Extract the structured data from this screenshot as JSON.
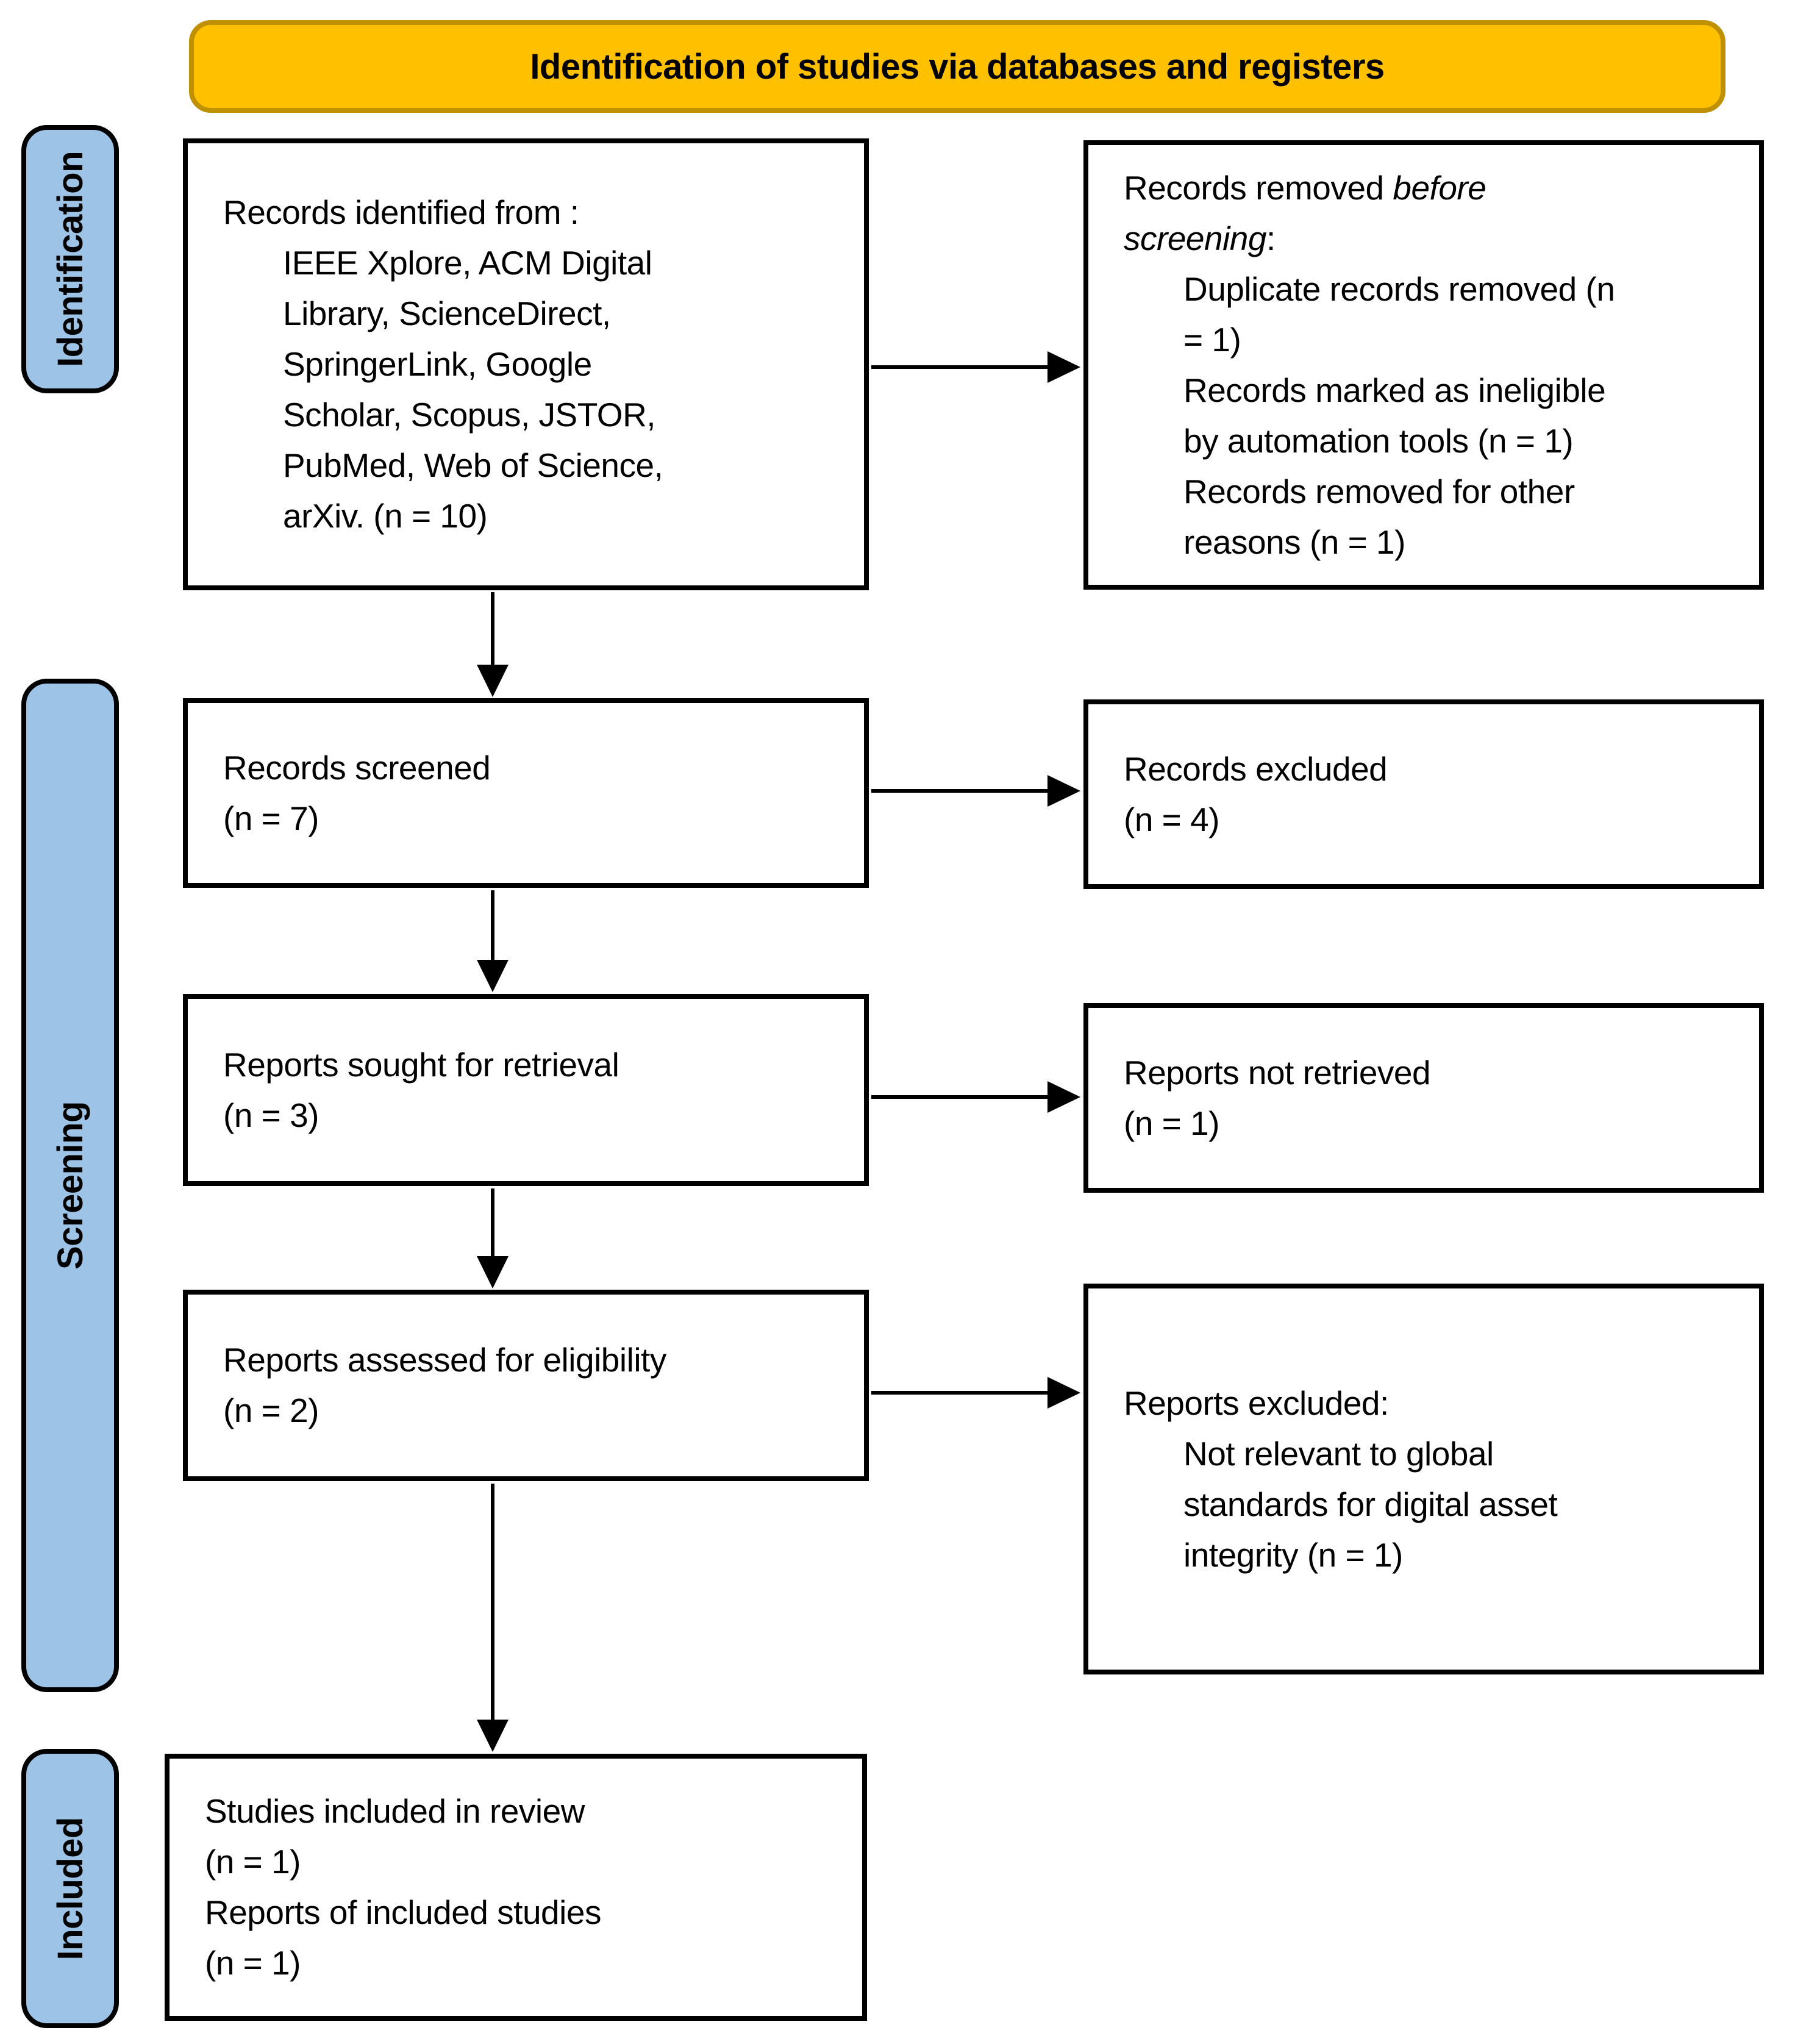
{
  "title": "Identification of studies via databases and registers",
  "colors": {
    "title_fill": "#FFC000",
    "title_border": "#BF9000",
    "stage_fill": "#9DC3E6"
  },
  "stages": [
    {
      "label": "Identification"
    },
    {
      "label": "Screening"
    },
    {
      "label": "Included"
    }
  ],
  "boxes": {
    "identified": {
      "lines": [
        {
          "text": "Records identified from :",
          "indent": false
        },
        {
          "text": "IEEE Xplore, ACM Digital",
          "indent": true
        },
        {
          "text": "Library, ScienceDirect,",
          "indent": true
        },
        {
          "text": "SpringerLink, Google",
          "indent": true
        },
        {
          "text": "Scholar, Scopus, JSTOR,",
          "indent": true
        },
        {
          "text": "PubMed, Web of Science,",
          "indent": true
        },
        {
          "text": "arXiv. (n = 10)",
          "indent": true
        }
      ]
    },
    "removed": {
      "lines": [
        {
          "text": "Records removed *before*",
          "indent": false
        },
        {
          "text": "*screening*:",
          "indent": false
        },
        {
          "text": "Duplicate records removed (n",
          "indent": true
        },
        {
          "text": "= 1)",
          "indent": true
        },
        {
          "text": "Records marked as ineligible",
          "indent": true
        },
        {
          "text": "by automation tools (n = 1)",
          "indent": true
        },
        {
          "text": "Records removed for other",
          "indent": true
        },
        {
          "text": "reasons (n = 1)",
          "indent": true
        }
      ]
    },
    "screened": {
      "lines": [
        {
          "text": "Records screened",
          "indent": false
        },
        {
          "text": "(n = 7)",
          "indent": false
        }
      ]
    },
    "excluded": {
      "lines": [
        {
          "text": "Records excluded",
          "indent": false
        },
        {
          "text": "(n = 4)",
          "indent": false
        }
      ]
    },
    "sought": {
      "lines": [
        {
          "text": "Reports sought for retrieval",
          "indent": false
        },
        {
          "text": "(n = 3)",
          "indent": false
        }
      ]
    },
    "not_retrieved": {
      "lines": [
        {
          "text": "Reports not retrieved",
          "indent": false
        },
        {
          "text": "(n = 1)",
          "indent": false
        }
      ]
    },
    "assessed": {
      "lines": [
        {
          "text": "Reports assessed for eligibility",
          "indent": false
        },
        {
          "text": "(n = 2)",
          "indent": false
        }
      ]
    },
    "reports_excluded": {
      "lines": [
        {
          "text": "Reports excluded:",
          "indent": false
        },
        {
          "text": "Not relevant to global",
          "indent": true
        },
        {
          "text": "standards for digital asset",
          "indent": true
        },
        {
          "text": "integrity (n = 1)",
          "indent": true
        }
      ]
    },
    "included_review": {
      "lines": [
        {
          "text": "Studies included in review",
          "indent": false
        },
        {
          "text": "(n = 1)",
          "indent": false
        },
        {
          "text": "Reports of included studies",
          "indent": false
        },
        {
          "text": "(n = 1)",
          "indent": false
        }
      ]
    }
  }
}
